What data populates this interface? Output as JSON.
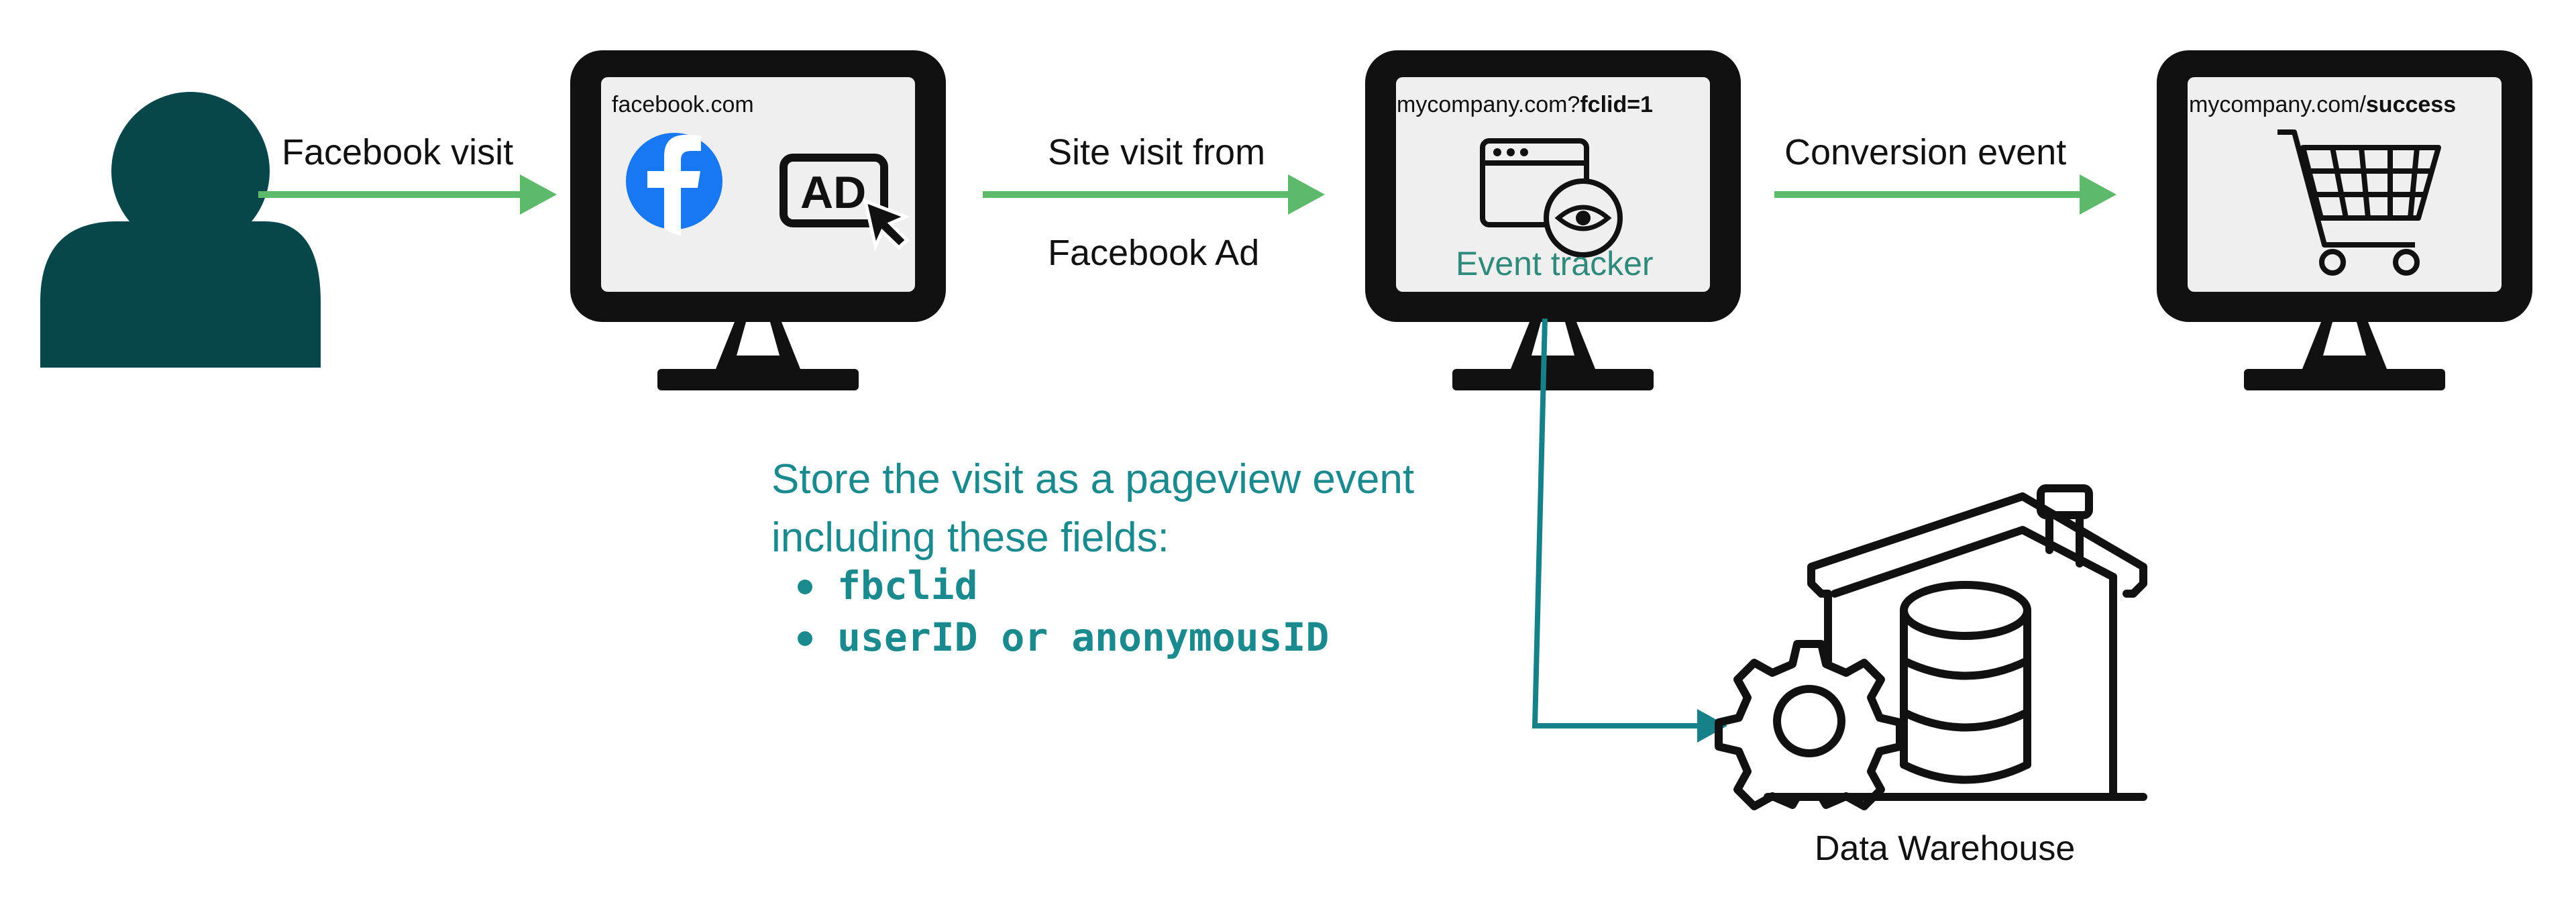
{
  "colors": {
    "person": "#07464b",
    "arrow_green": "#5cba6a",
    "teal_line": "#17818a",
    "note_text": "#1a8a8f",
    "tracker_text": "#2f8a7b",
    "monitor": "#111111",
    "screen": "#efefef",
    "facebook_blue": "#1877f2"
  },
  "steps": [
    {
      "arrow_label": "Facebook visit"
    },
    {
      "arrow_label_line1": "Site visit from",
      "arrow_label_line2": "Facebook Ad"
    },
    {
      "arrow_label": "Conversion event"
    }
  ],
  "monitors": {
    "facebook": {
      "url": "facebook.com",
      "ad_text": "AD",
      "icons": [
        "facebook-logo-icon",
        "ad-click-icon"
      ]
    },
    "company": {
      "url_base": "mycompany.com?",
      "url_param": "fclid=1",
      "tracker_label": "Event tracker",
      "icons": [
        "browser-window-icon",
        "eye-icon"
      ]
    },
    "success": {
      "url_base": "mycompany.com/",
      "url_path": "success",
      "icons": [
        "shopping-cart-icon"
      ]
    }
  },
  "note": {
    "line1": "Store the visit as a pageview event",
    "line2": "including these fields:",
    "fields": [
      "fbclid",
      "userID or anonymousID"
    ]
  },
  "warehouse": {
    "label": "Data Warehouse",
    "icons": [
      "house-icon",
      "database-icon",
      "gear-icon"
    ]
  },
  "person": {
    "icon": "user-silhouette-icon"
  }
}
